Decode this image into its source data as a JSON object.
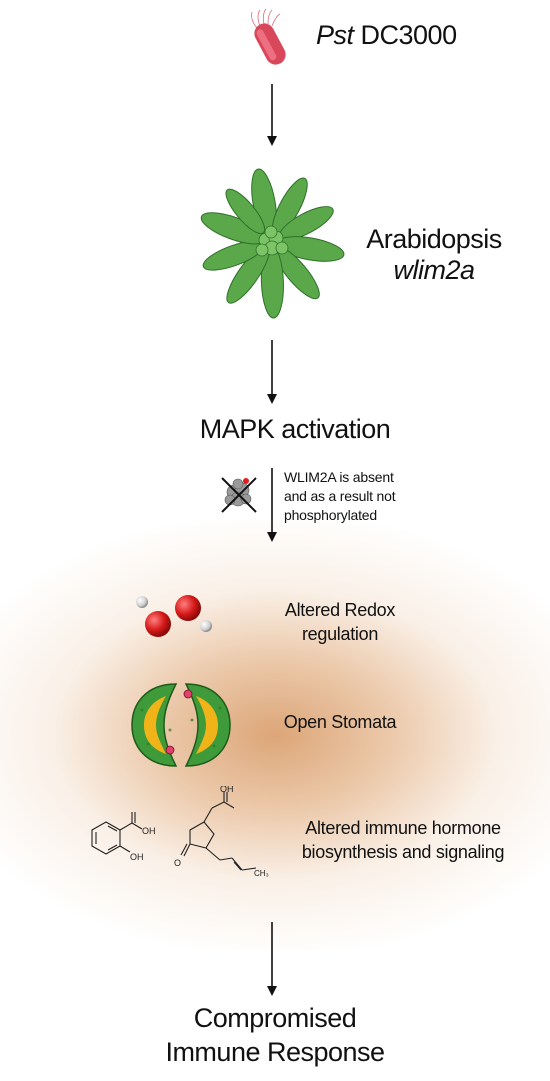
{
  "pathogen": {
    "italic_part": "Pst",
    "rest": " DC3000"
  },
  "plant": {
    "name": "Arabidopsis",
    "mutant": "wlim2a"
  },
  "mapk": {
    "label": "MAPK activation"
  },
  "wlim2a_note": {
    "line1": "WLIM2A is absent",
    "line2": "and as a result not",
    "line3": "phosphorylated"
  },
  "effects": {
    "redox": {
      "line1": "Altered Redox",
      "line2": "regulation"
    },
    "stomata": {
      "line1": "Open Stomata"
    },
    "hormone": {
      "line1": "Altered immune hormone",
      "line2": "biosynthesis and signaling"
    }
  },
  "chem_labels": {
    "oh_top": "OH",
    "oh_bottom": "OH",
    "o_ketone": "O",
    "oh_acid": "OH",
    "ch3": "CH₃"
  },
  "outcome": {
    "line1": "Compromised",
    "line2": "Immune Response"
  },
  "colors": {
    "bacteria": "#d9475a",
    "leaf": "#5aa84a",
    "oxygen": "#d81a1a",
    "stomata_green": "#3f9a3a",
    "stomata_yellow": "#f0b419",
    "glow": "#d89860"
  }
}
